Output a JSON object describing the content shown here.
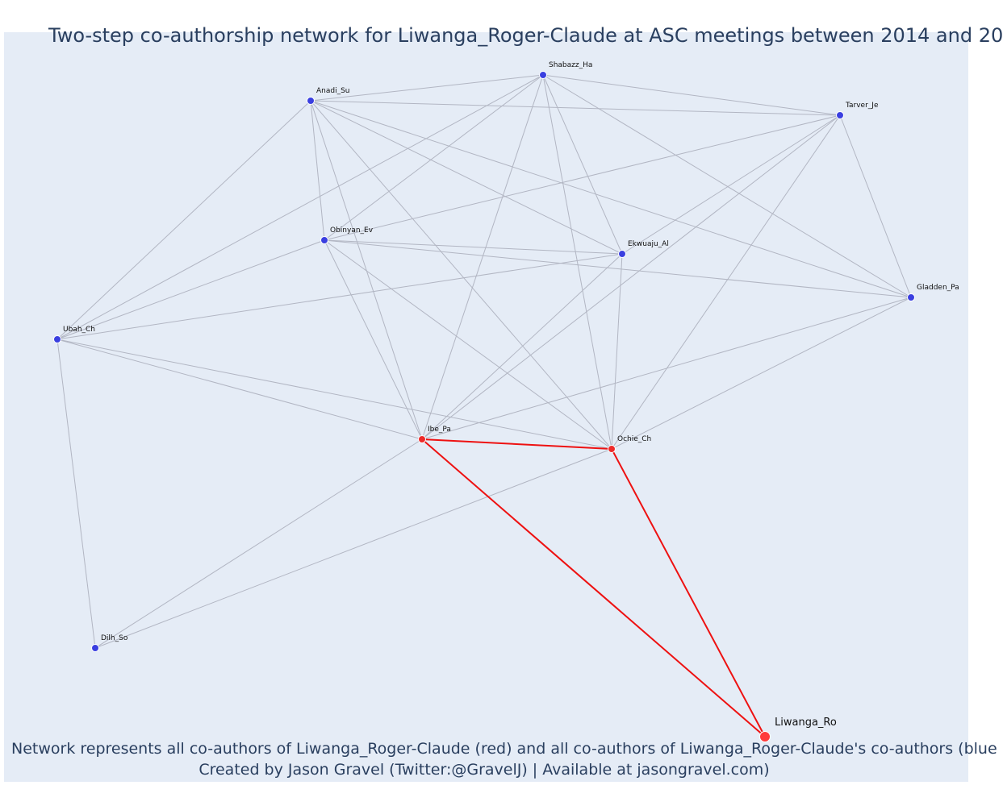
{
  "title": "Two-step co-authorship network for Liwanga_Roger-Claude at ASC meetings between 2014 and 20",
  "caption": {
    "line1": "Network represents all co-authors of Liwanga_Roger-Claude (red) and all co-authors of Liwanga_Roger-Claude's co-authors (blue",
    "line2": "Created by Jason Gravel (Twitter:@GravelJ) | Available at jasongravel.com)"
  },
  "colors": {
    "plot_background": "#e5ecf6",
    "focal": "#ff3b3b",
    "coauthor": "#ee2a2a",
    "second_step": "#3a3fe0",
    "edge": "#b2b6c3",
    "red_edge": "#ee1111",
    "text": "#2a3f5f"
  },
  "nodes": [
    {
      "id": "Shabazz_Ha",
      "label": "Shabazz_Ha",
      "group": "second_step"
    },
    {
      "id": "Anadi_Su",
      "label": "Anadi_Su",
      "group": "second_step"
    },
    {
      "id": "Tarver_Je",
      "label": "Tarver_Je",
      "group": "second_step"
    },
    {
      "id": "Obinyan_Ev",
      "label": "Obinyan_Ev",
      "group": "second_step"
    },
    {
      "id": "Ekwuaju_Al",
      "label": "Ekwuaju_Al",
      "group": "second_step"
    },
    {
      "id": "Gladden_Pa",
      "label": "Gladden_Pa",
      "group": "second_step"
    },
    {
      "id": "Ubah_Ch",
      "label": "Ubah_Ch",
      "group": "second_step"
    },
    {
      "id": "Ibe_Pa",
      "label": "Ibe_Pa",
      "group": "coauthor"
    },
    {
      "id": "Ochie_Ch",
      "label": "Ochie_Ch",
      "group": "coauthor"
    },
    {
      "id": "Dilh_So",
      "label": "Dilh_So",
      "group": "second_step"
    },
    {
      "id": "Liwanga_Ro",
      "label": "Liwanga_Ro",
      "group": "focal"
    }
  ],
  "edges": [
    [
      "Shabazz_Ha",
      "Anadi_Su"
    ],
    [
      "Shabazz_Ha",
      "Tarver_Je"
    ],
    [
      "Shabazz_Ha",
      "Obinyan_Ev"
    ],
    [
      "Shabazz_Ha",
      "Ekwuaju_Al"
    ],
    [
      "Shabazz_Ha",
      "Gladden_Pa"
    ],
    [
      "Shabazz_Ha",
      "Ubah_Ch"
    ],
    [
      "Shabazz_Ha",
      "Ibe_Pa"
    ],
    [
      "Shabazz_Ha",
      "Ochie_Ch"
    ],
    [
      "Anadi_Su",
      "Tarver_Je"
    ],
    [
      "Anadi_Su",
      "Obinyan_Ev"
    ],
    [
      "Anadi_Su",
      "Ekwuaju_Al"
    ],
    [
      "Anadi_Su",
      "Gladden_Pa"
    ],
    [
      "Anadi_Su",
      "Ubah_Ch"
    ],
    [
      "Anadi_Su",
      "Ibe_Pa"
    ],
    [
      "Anadi_Su",
      "Ochie_Ch"
    ],
    [
      "Tarver_Je",
      "Obinyan_Ev"
    ],
    [
      "Tarver_Je",
      "Ekwuaju_Al"
    ],
    [
      "Tarver_Je",
      "Gladden_Pa"
    ],
    [
      "Tarver_Je",
      "Ibe_Pa"
    ],
    [
      "Tarver_Je",
      "Ochie_Ch"
    ],
    [
      "Obinyan_Ev",
      "Ekwuaju_Al"
    ],
    [
      "Obinyan_Ev",
      "Gladden_Pa"
    ],
    [
      "Obinyan_Ev",
      "Ubah_Ch"
    ],
    [
      "Obinyan_Ev",
      "Ibe_Pa"
    ],
    [
      "Obinyan_Ev",
      "Ochie_Ch"
    ],
    [
      "Ekwuaju_Al",
      "Ubah_Ch"
    ],
    [
      "Ekwuaju_Al",
      "Ibe_Pa"
    ],
    [
      "Ekwuaju_Al",
      "Ochie_Ch"
    ],
    [
      "Gladden_Pa",
      "Ibe_Pa"
    ],
    [
      "Gladden_Pa",
      "Ochie_Ch"
    ],
    [
      "Ubah_Ch",
      "Ibe_Pa"
    ],
    [
      "Ubah_Ch",
      "Ochie_Ch"
    ],
    [
      "Ubah_Ch",
      "Dilh_So"
    ],
    [
      "Ibe_Pa",
      "Dilh_So"
    ],
    [
      "Ochie_Ch",
      "Dilh_So"
    ]
  ],
  "red_edges": [
    [
      "Ibe_Pa",
      "Ochie_Ch"
    ],
    [
      "Ibe_Pa",
      "Liwanga_Ro"
    ],
    [
      "Ochie_Ch",
      "Liwanga_Ro"
    ]
  ]
}
